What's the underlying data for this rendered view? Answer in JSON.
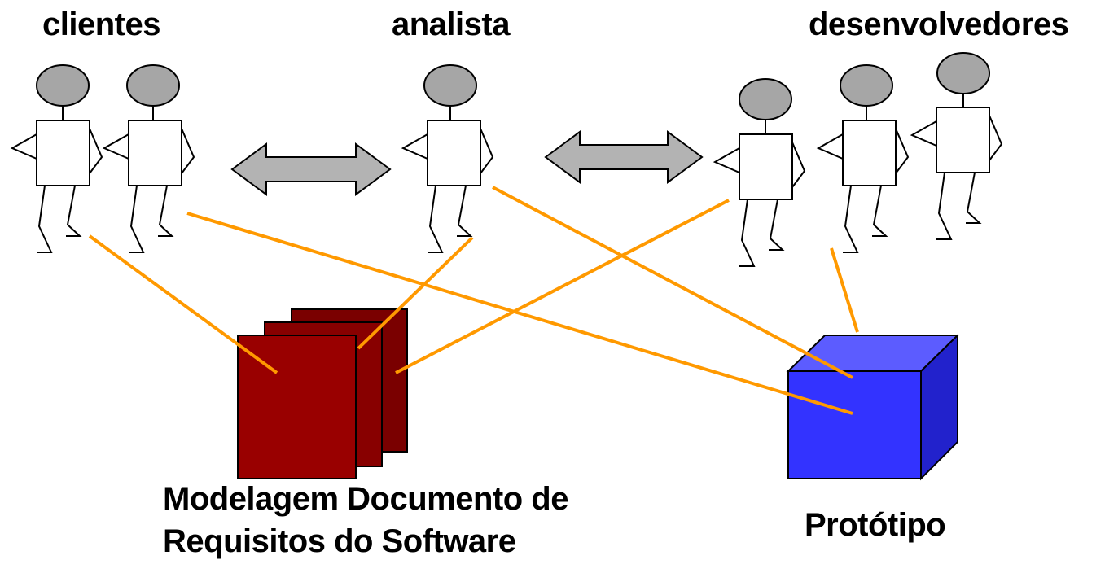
{
  "groups": {
    "clients": "clientes",
    "analyst": "analista",
    "developers": "desenvolvedores"
  },
  "artifacts": {
    "document_line1": "Modelagem Documento de",
    "document_line2": "Requisitos do Software",
    "prototype": "Protótipo"
  },
  "colors": {
    "connector": "#FF9900",
    "arrow_fill": "#B3B3B3",
    "head_fill": "#A6A6A6",
    "document_fill": "#990000",
    "document_back": "#7A0000",
    "prototype_front": "#3333FF",
    "prototype_top": "#5C5CFF",
    "prototype_side": "#2222CC"
  }
}
